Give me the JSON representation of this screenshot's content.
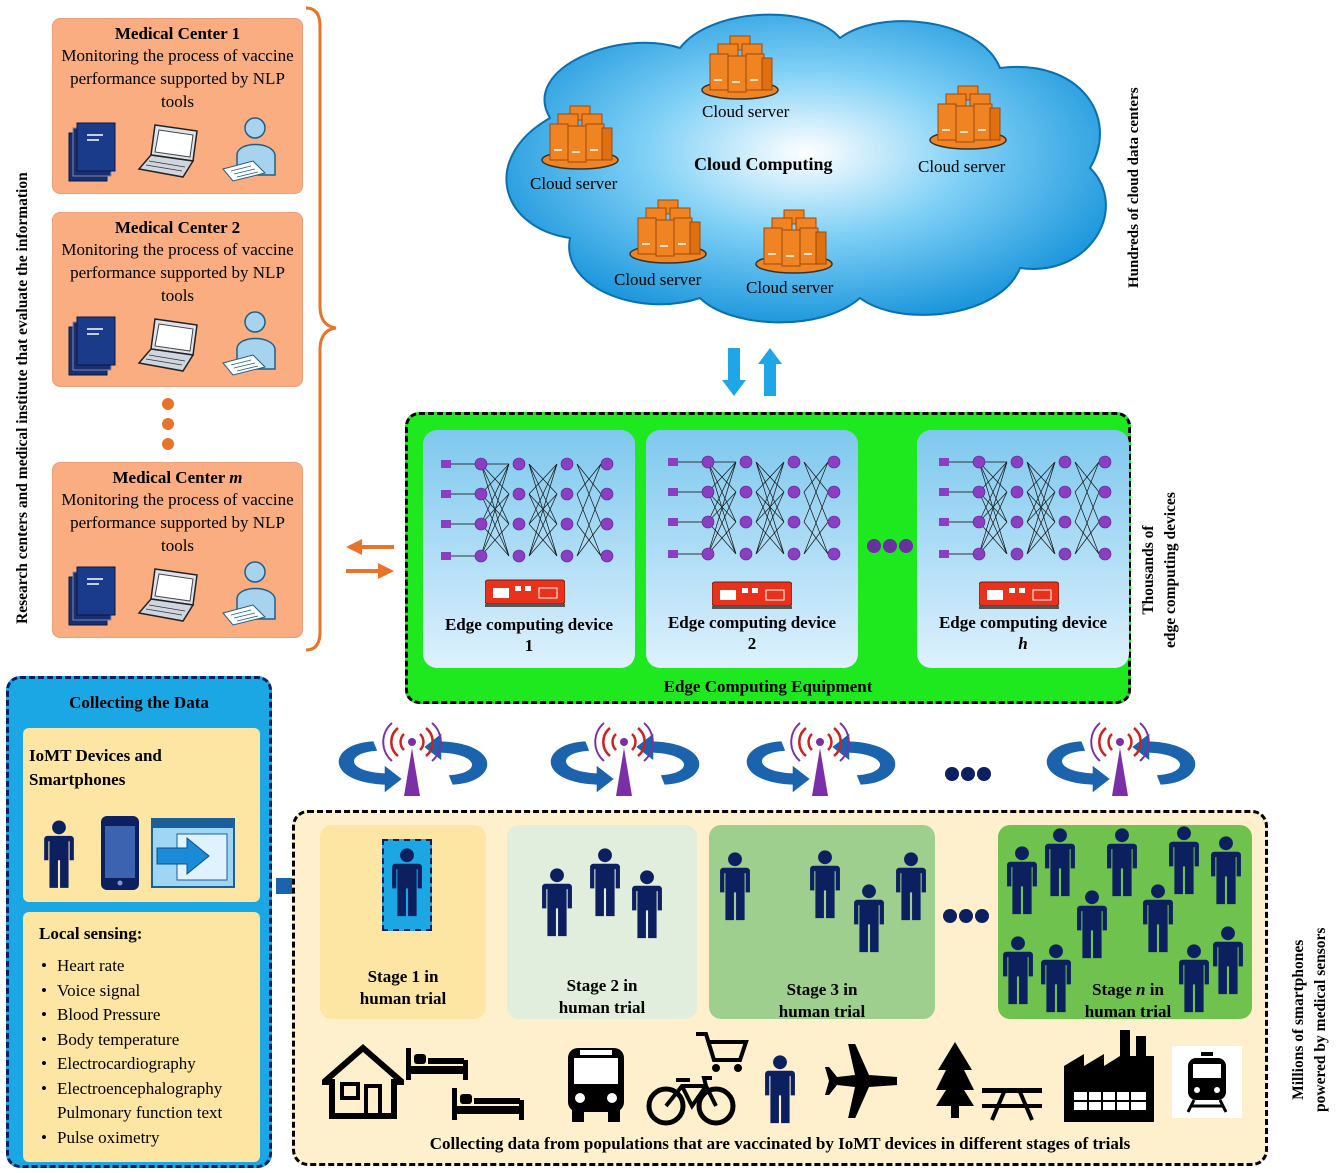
{
  "medical_centers": [
    {
      "title": "Medical Center 1",
      "description": "Monitoring the process of vaccine performance supported by NLP tools"
    },
    {
      "title": "Medical Center 2",
      "description": "Monitoring the process of vaccine performance supported by NLP tools"
    },
    {
      "title": "Medical Center m",
      "description": "Monitoring the process of vaccine performance supported by NLP tools"
    }
  ],
  "research_label": "Research centers and medical institute that evaluate the information",
  "cloud": {
    "center_label": "Cloud Computing",
    "server_label": "Cloud server",
    "side_label": "Hundreds of cloud data centers"
  },
  "edge": {
    "devices": [
      {
        "name": "Edge computing device",
        "index": "1"
      },
      {
        "name": "Edge computing device",
        "index": "2"
      },
      {
        "name": "Edge computing device",
        "index": "h"
      }
    ],
    "equipment_label": "Edge Computing Equipment",
    "side_label_line1": "Thousands of",
    "side_label_line2": "edge computing devices"
  },
  "collecting": {
    "title": "Collecting the Data",
    "iomt_title": "IoMT Devices and Smartphones",
    "sensing_title": "Local sensing:",
    "sensing_items": [
      "Heart rate",
      "Voice signal",
      "Blood Pressure",
      "Body temperature",
      "Electrocardiography",
      "Electroencephalography",
      "Pulmonary function text",
      "Pulse oximetry"
    ]
  },
  "stages": [
    {
      "label_a": "Stage 1 in",
      "label_b": "human trial"
    },
    {
      "label_a": "Stage 2 in",
      "label_b": "human trial"
    },
    {
      "label_a": "Stage 3 in",
      "label_b": "human trial"
    },
    {
      "label_a": "Stage n in",
      "label_b": "human trial"
    }
  ],
  "populations_caption": "Collecting data from populations that are vaccinated by IoMT devices in different stages of trials",
  "smartphones_label_line1": "Millions of smartphones",
  "smartphones_label_line2": "powered by medical sensors",
  "colors": {
    "orange_box": "#f9ad80",
    "bracket": "#e8742a",
    "edge_green": "#1ee81e",
    "cloud_blue": "#1fa6e6",
    "navy_person": "#0c1f5f",
    "tower_purple": "#7a2fa8"
  }
}
